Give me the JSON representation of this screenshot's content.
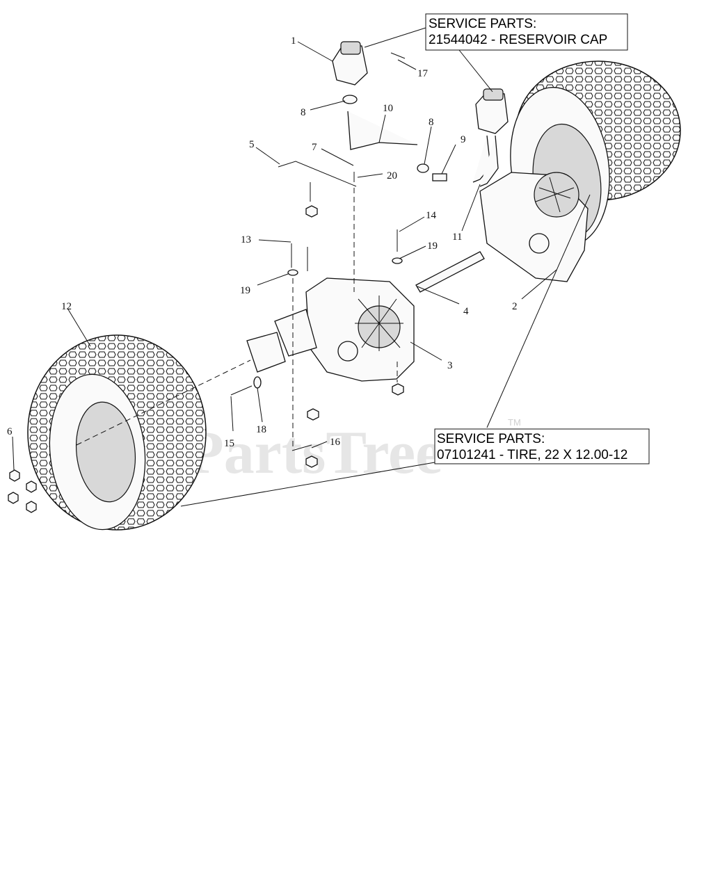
{
  "callouts": {
    "reservoir_cap": {
      "line1": "SERVICE PARTS:",
      "line2": "21544042 - RESERVOIR CAP"
    },
    "tire": {
      "line1": "SERVICE PARTS:",
      "line2": "07101241 - TIRE, 22 X 12.00-12"
    }
  },
  "labels": [
    "1",
    "2",
    "3",
    "4",
    "5",
    "6",
    "7",
    "8",
    "8",
    "9",
    "10",
    "11",
    "12",
    "13",
    "14",
    "15",
    "16",
    "17",
    "18",
    "19",
    "19",
    "20"
  ],
  "watermark": {
    "text": "PartsTree",
    "tm": "TM"
  }
}
